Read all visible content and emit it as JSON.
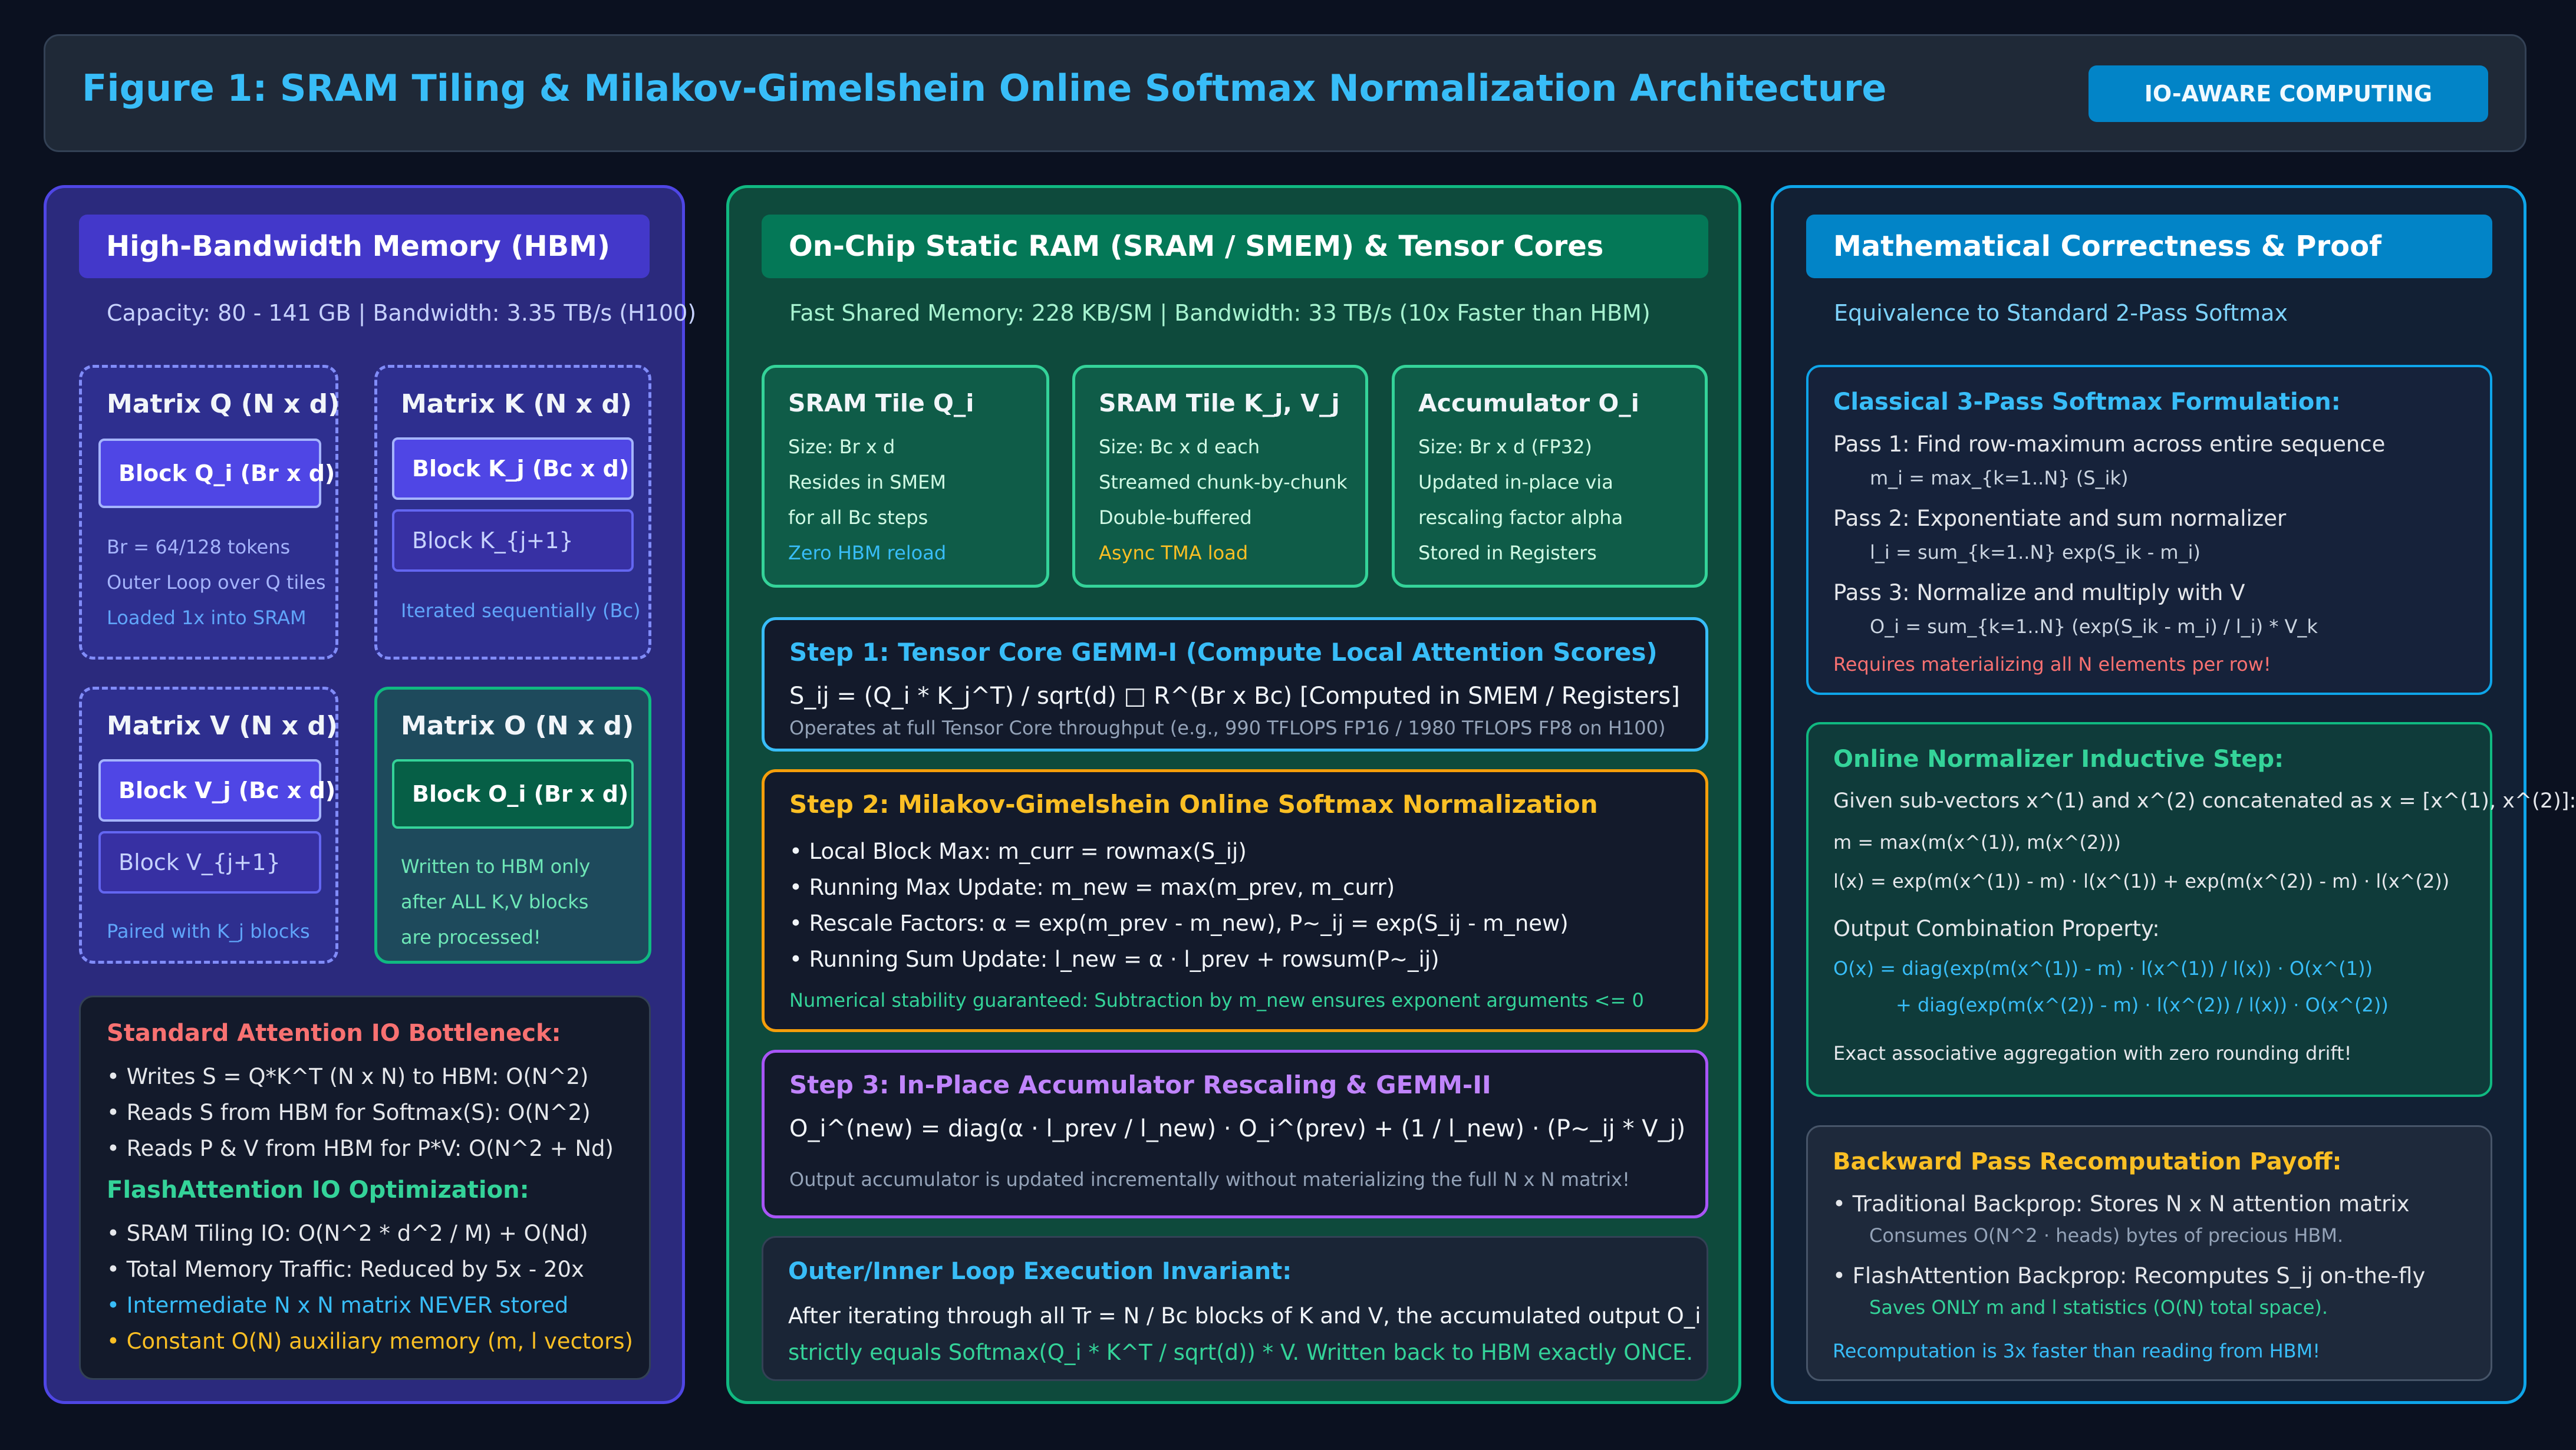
{
  "header": {
    "title": "Figure 1: SRAM Tiling & Milakov-Gimelshein Online Softmax Normalization Architecture",
    "badge": "IO-AWARE COMPUTING"
  },
  "hbm": {
    "title": "High-Bandwidth Memory (HBM)",
    "subtitle": "Capacity: 80 - 141 GB | Bandwidth: 3.35 TB/s (H100)",
    "matrix_q": {
      "label": "Matrix Q (N x d)",
      "block": "Block Q_i (Br x d)",
      "notes": [
        "Br = 64/128 tokens",
        "Outer Loop over Q tiles",
        "Loaded 1x into SRAM"
      ]
    },
    "matrix_k": {
      "label": "Matrix K (N x d)",
      "block": "Block K_j (Bc x d)",
      "block_next": "Block K_{j+1}",
      "note": "Iterated sequentially (Bc)"
    },
    "matrix_v": {
      "label": "Matrix V (N x d)",
      "block": "Block V_j (Bc x d)",
      "block_next": "Block V_{j+1}",
      "note": "Paired with K_j blocks"
    },
    "matrix_o": {
      "label": "Matrix O (N x d)",
      "block": "Block O_i (Br x d)",
      "notes": [
        "Written to HBM only",
        "after ALL K,V blocks",
        "are processed!"
      ]
    },
    "bottleneck": {
      "title": "Standard Attention IO Bottleneck:",
      "items": [
        "• Writes S = Q*K^T (N x N) to HBM: O(N^2)",
        "• Reads S from HBM for Softmax(S): O(N^2)",
        "• Reads P & V from HBM for P*V: O(N^2 + Nd)"
      ],
      "opt_title": "FlashAttention IO Optimization:",
      "opt_items": [
        "• SRAM Tiling IO: O(N^2 * d^2 / M) + O(Nd)",
        "• Total Memory Traffic: Reduced by 5x - 20x"
      ],
      "opt_blue": "• Intermediate N x N matrix NEVER stored",
      "opt_orange": "• Constant O(N) auxiliary memory (m, l vectors)"
    }
  },
  "sram": {
    "title": "On-Chip Static RAM (SRAM / SMEM) & Tensor Cores",
    "subtitle": "Fast Shared Memory: 228 KB/SM | Bandwidth: 33 TB/s (10x Faster than HBM)",
    "tiles": [
      {
        "label": "SRAM Tile Q_i",
        "lines": [
          "Size: Br x d",
          "Resides in SMEM",
          "for all Bc steps"
        ],
        "accent": "Zero HBM reload"
      },
      {
        "label": "SRAM Tile K_j, V_j",
        "lines": [
          "Size: Bc x d each",
          "Streamed chunk-by-chunk",
          "Double-buffered"
        ],
        "accent": "Async TMA load"
      },
      {
        "label": "Accumulator O_i",
        "lines": [
          "Size: Br x d (FP32)",
          "Updated in-place via",
          "rescaling factor alpha",
          "Stored in Registers"
        ],
        "accent": ""
      }
    ],
    "step1": {
      "title": "Step 1: Tensor Core GEMM-I (Compute Local Attention Scores)",
      "formula": "S_ij = (Q_i * K_j^T) / sqrt(d) □ R^(Br x Bc) [Computed in SMEM / Registers]",
      "note": "Operates at full Tensor Core throughput (e.g., 990 TFLOPS FP16 / 1980 TFLOPS FP8 on H100)"
    },
    "step2": {
      "title": "Step 2: Milakov-Gimelshein Online Softmax Normalization",
      "items": [
        "• Local Block Max: m_curr = rowmax(S_ij)",
        "• Running Max Update: m_new = max(m_prev, m_curr)",
        "• Rescale Factors: α = exp(m_prev - m_new), P~_ij = exp(S_ij - m_new)",
        "• Running Sum Update: l_new = α · l_prev + rowsum(P~_ij)"
      ],
      "note": "Numerical stability guaranteed: Subtraction by m_new ensures exponent arguments <= 0"
    },
    "step3": {
      "title": "Step 3: In-Place Accumulator Rescaling & GEMM-II",
      "formula": "O_i^(new) = diag(α · l_prev / l_new) · O_i^(prev) + (1 / l_new) · (P~_ij * V_j)",
      "note": "Output accumulator is updated incrementally without materializing the full N x N matrix!"
    },
    "invariant": {
      "title": "Outer/Inner Loop Execution Invariant:",
      "line1": "After iterating through all Tr = N / Bc blocks of K and V, the accumulated output O_i",
      "line2": "strictly equals Softmax(Q_i * K^T / sqrt(d)) * V. Written back to HBM exactly ONCE."
    }
  },
  "math": {
    "title": "Mathematical Correctness & Proof",
    "subtitle": "Equivalence to Standard 2-Pass Softmax",
    "classical": {
      "title": "Classical 3-Pass Softmax Formulation:",
      "pass1": "Pass 1: Find row-maximum across entire sequence",
      "pass1_f": "m_i = max_{k=1..N} (S_ik)",
      "pass2": "Pass 2: Exponentiate and sum normalizer",
      "pass2_f": "l_i = sum_{k=1..N} exp(S_ik - m_i)",
      "pass3": "Pass 3: Normalize and multiply with V",
      "pass3_f": "O_i = sum_{k=1..N} (exp(S_ik - m_i) / l_i) * V_k",
      "warn": "Requires materializing all N elements per row!"
    },
    "inductive": {
      "title": "Online Normalizer Inductive Step:",
      "given": "Given sub-vectors x^(1) and x^(2) concatenated as x = [x^(1), x^(2)]:",
      "m": "m = max(m(x^(1)), m(x^(2)))",
      "l": "l(x) = exp(m(x^(1)) - m) · l(x^(1)) + exp(m(x^(2)) - m) · l(x^(2))",
      "prop": "Output Combination Property:",
      "o1": "O(x) = diag(exp(m(x^(1)) - m) · l(x^(1)) / l(x)) · O(x^(1))",
      "o2": "+ diag(exp(m(x^(2)) - m) · l(x^(2)) / l(x)) · O(x^(2))",
      "note": "Exact associative aggregation with zero rounding drift!"
    },
    "backward": {
      "title": "Backward Pass Recomputation Payoff:",
      "item1": "• Traditional Backprop: Stores N x N attention matrix",
      "item1_sub": "Consumes O(N^2 · heads) bytes of precious HBM.",
      "item2": "• FlashAttention Backprop: Recomputes S_ij on-the-fly",
      "item2_sub": "Saves ONLY m and l statistics (O(N) total space).",
      "note": "Recomputation is 3x faster than reading from HBM!"
    }
  }
}
